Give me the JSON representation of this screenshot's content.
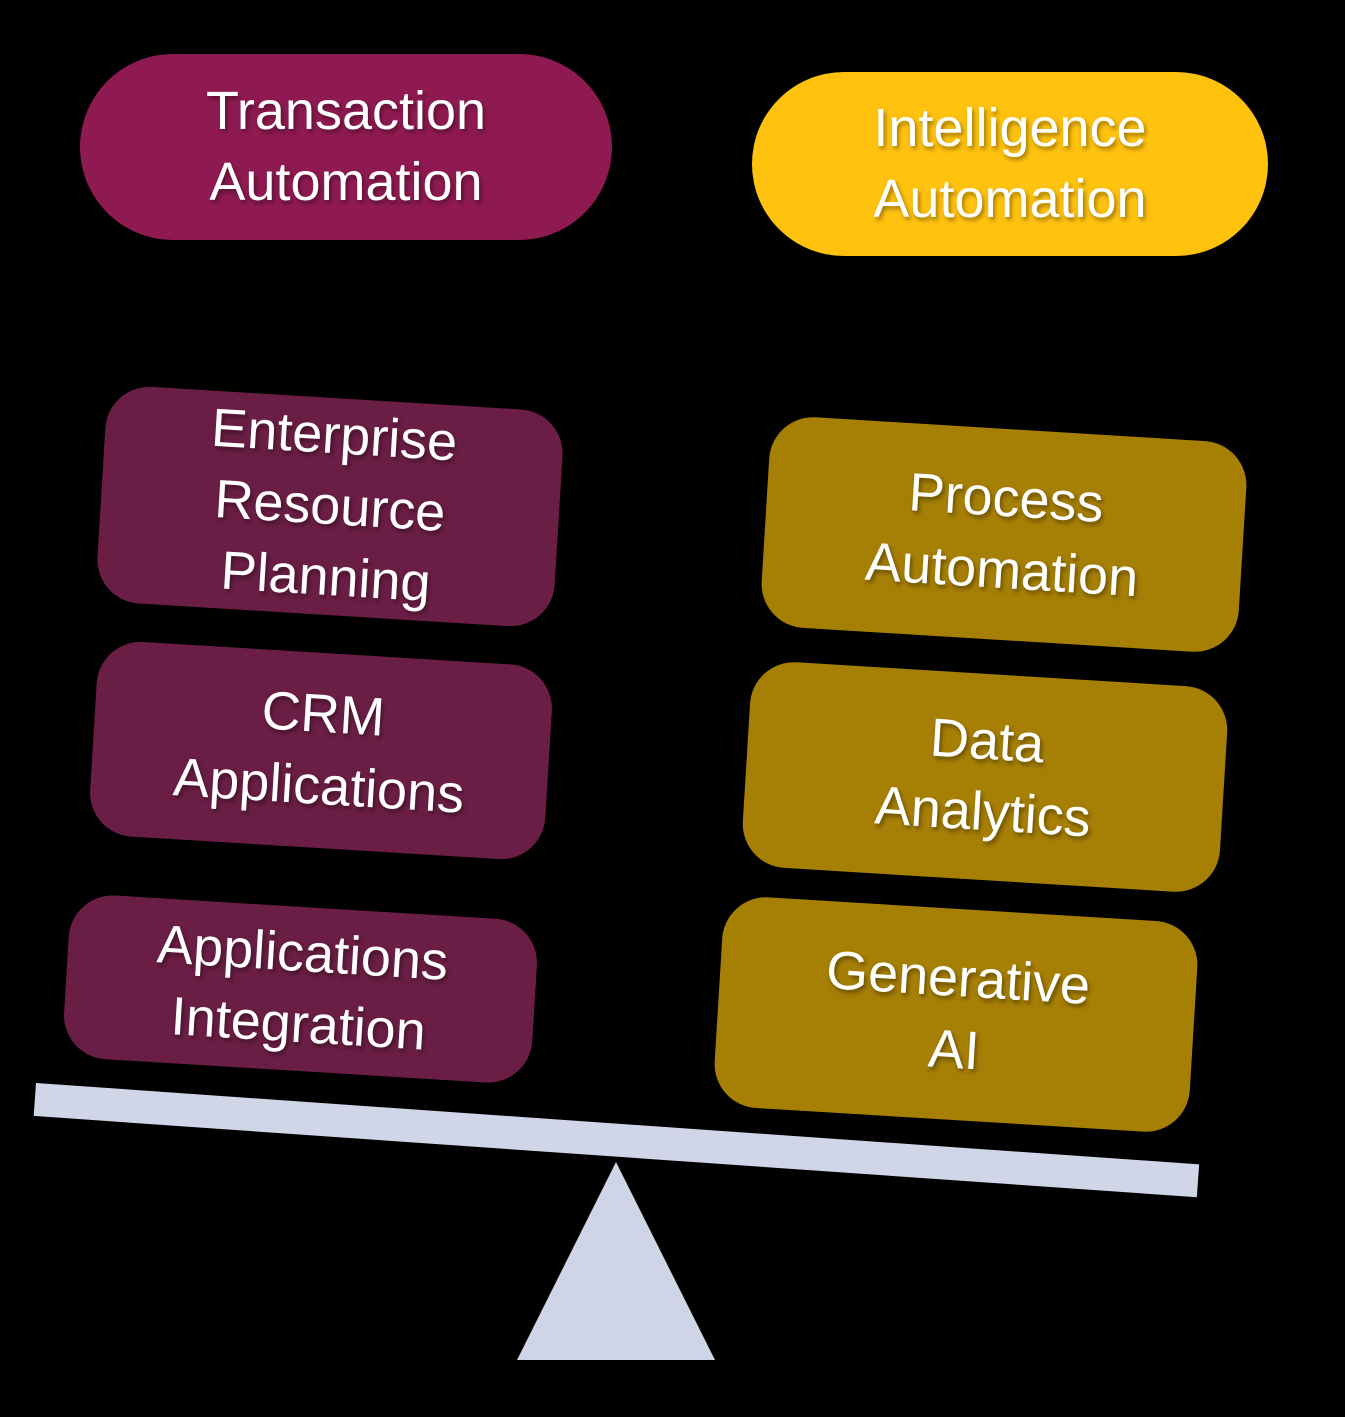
{
  "diagram": {
    "title_hint": "Transaction Automation vs Intelligence Automation balance",
    "background_color": "#000000",
    "left_column": {
      "header": {
        "label": "Transaction Automation",
        "label_lines": [
          "Transaction",
          "Automation"
        ],
        "color": "#8E1A51"
      },
      "box_color": "#6B1E45",
      "boxes": [
        {
          "label": "Enterprise Resource Planning",
          "label_lines": [
            "Enterprise",
            "Resource",
            "Planning"
          ]
        },
        {
          "label": "CRM Applications",
          "label_lines": [
            "CRM",
            "Applications"
          ]
        },
        {
          "label": "Applications Integration",
          "label_lines": [
            "Applications",
            "Integration"
          ]
        }
      ]
    },
    "right_column": {
      "header": {
        "label": "Intelligence Automation",
        "label_lines": [
          "Intelligence",
          "Automation"
        ],
        "color": "#FFC20E"
      },
      "box_color": "#A67F05",
      "boxes": [
        {
          "label": "Process Automation",
          "label_lines": [
            "Process",
            "Automation"
          ]
        },
        {
          "label": "Data Analytics",
          "label_lines": [
            "Data",
            "Analytics"
          ]
        },
        {
          "label": "Generative AI",
          "label_lines": [
            "Generative",
            "AI"
          ]
        }
      ]
    },
    "balance": {
      "beam_color": "#D0D5E7",
      "fulcrum_color": "#CFD4E7",
      "text_color": "#FFFFFF"
    }
  }
}
